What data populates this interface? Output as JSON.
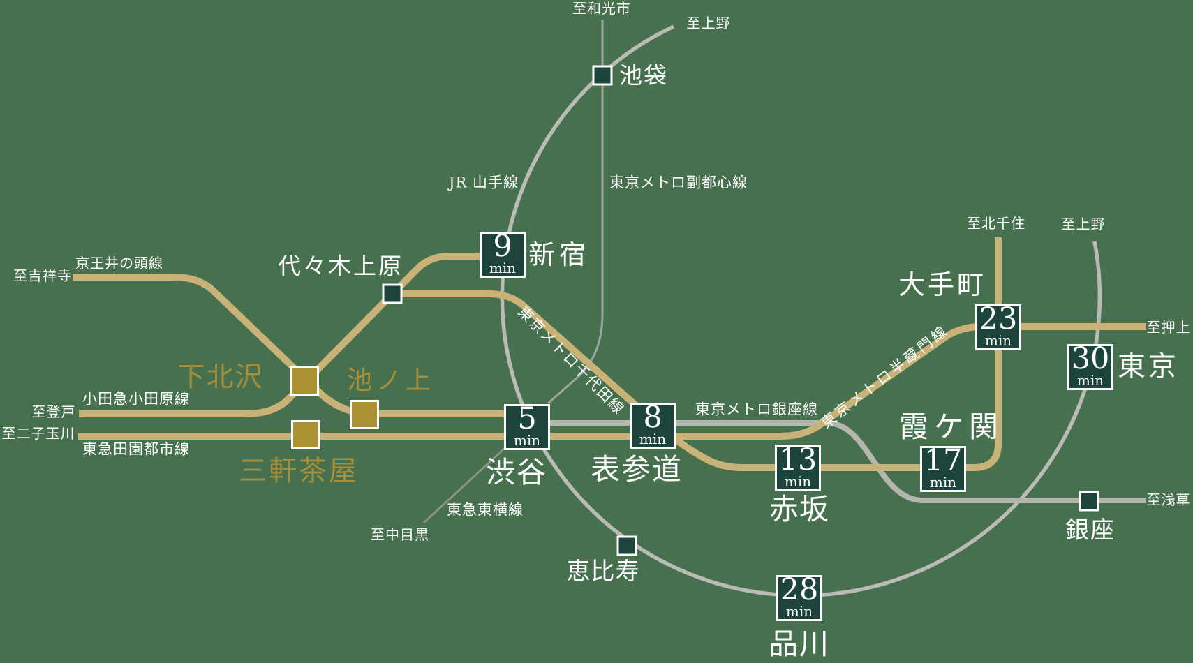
{
  "colors": {
    "background": "#46704E",
    "route_tan": "#C9B277",
    "route_gray": "#B9BBB4",
    "badge_green": "#1C443C",
    "station_gold_square": "#AC9134",
    "station_gold_text": "#A78E3B",
    "text_white": "#FFFFFF"
  },
  "badges": {
    "shinjuku": {
      "minutes": "9",
      "unit": "min",
      "station": "新宿"
    },
    "shibuya": {
      "minutes": "5",
      "unit": "min",
      "station": "渋谷"
    },
    "omotesando": {
      "minutes": "8",
      "unit": "min",
      "station": "表参道"
    },
    "akasaka": {
      "minutes": "13",
      "unit": "min",
      "station": "赤坂"
    },
    "kasumigaseki": {
      "minutes": "17",
      "unit": "min",
      "station": "霞ケ関"
    },
    "otemachi": {
      "minutes": "23",
      "unit": "min",
      "station": "大手町"
    },
    "tokyo": {
      "minutes": "30",
      "unit": "min",
      "station": "東京"
    },
    "shinagawa": {
      "minutes": "28",
      "unit": "min",
      "station": "品川"
    }
  },
  "stations": {
    "ikebukuro": "池袋",
    "yoyogi_uehara": "代々木上原",
    "ebisu": "恵比寿",
    "ginza": "銀座",
    "shimokitazawa": "下北沢",
    "ikenoue": "池ノ上",
    "sangenjaya": "三軒茶屋"
  },
  "lines": {
    "jr_yamanote": "JR 山手線",
    "fukutoshin": "東京メトロ副都心線",
    "keio_inokashira": "京王井の頭線",
    "odakyu_odawara": "小田急小田原線",
    "tokyu_denentoshi": "東急田園都市線",
    "tokyu_toyoko": "東急東横線",
    "ginza_line": "東京メトロ銀座線",
    "chiyoda": "東京メトロ千代田線",
    "hanzomon": "東京メトロ半蔵門線"
  },
  "directions": {
    "wakoshi": "至和光市",
    "ueno_top": "至上野",
    "kichijoji": "至吉祥寺",
    "noborito": "至登戸",
    "futako_tamagawa": "至二子玉川",
    "nakameguro": "至中目黒",
    "kitasenju": "至北千住",
    "ueno_east": "至上野",
    "oshiage": "至押上",
    "asakusa": "至浅草"
  }
}
